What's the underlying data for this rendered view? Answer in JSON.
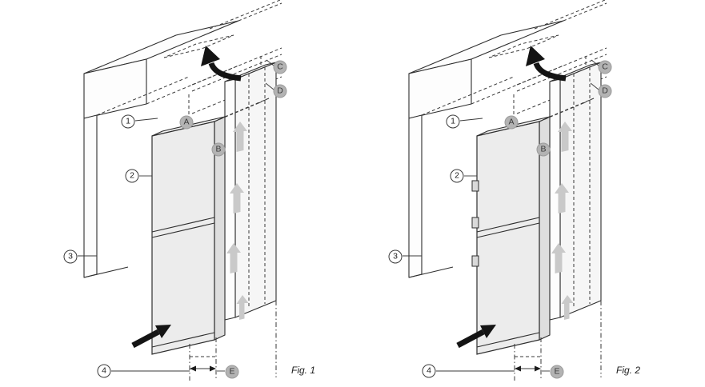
{
  "document": {
    "background": "#ffffff",
    "kind": "appliance installation diagram"
  },
  "figures": [
    {
      "caption": "Fig. 1",
      "callouts": {
        "n1": "1",
        "n2": "2",
        "n3": "3",
        "n4": "4",
        "A": "A",
        "B": "B",
        "C": "C",
        "D": "D",
        "E": "E"
      }
    },
    {
      "caption": "Fig. 2",
      "callouts": {
        "n1": "1",
        "n2": "2",
        "n3": "3",
        "n4": "4",
        "A": "A",
        "B": "B",
        "C": "C",
        "D": "D",
        "E": "E"
      }
    }
  ],
  "icons": {
    "rotate_arrow": "bold-bent-arrow-up-left",
    "push_arrow": "bold-arrow-up-right",
    "airflow_arrow": "gray-up-arrow"
  },
  "colors": {
    "line": "#2e2e2e",
    "number_badge_border": "#3a3a3a",
    "letter_badge_bg": "#b3b3b3",
    "letter_badge_text": "#3a3a3a",
    "airflow_arrow": "#c9c9c9",
    "fridge_front": "#ececec",
    "bold_arrow": "#141414"
  }
}
